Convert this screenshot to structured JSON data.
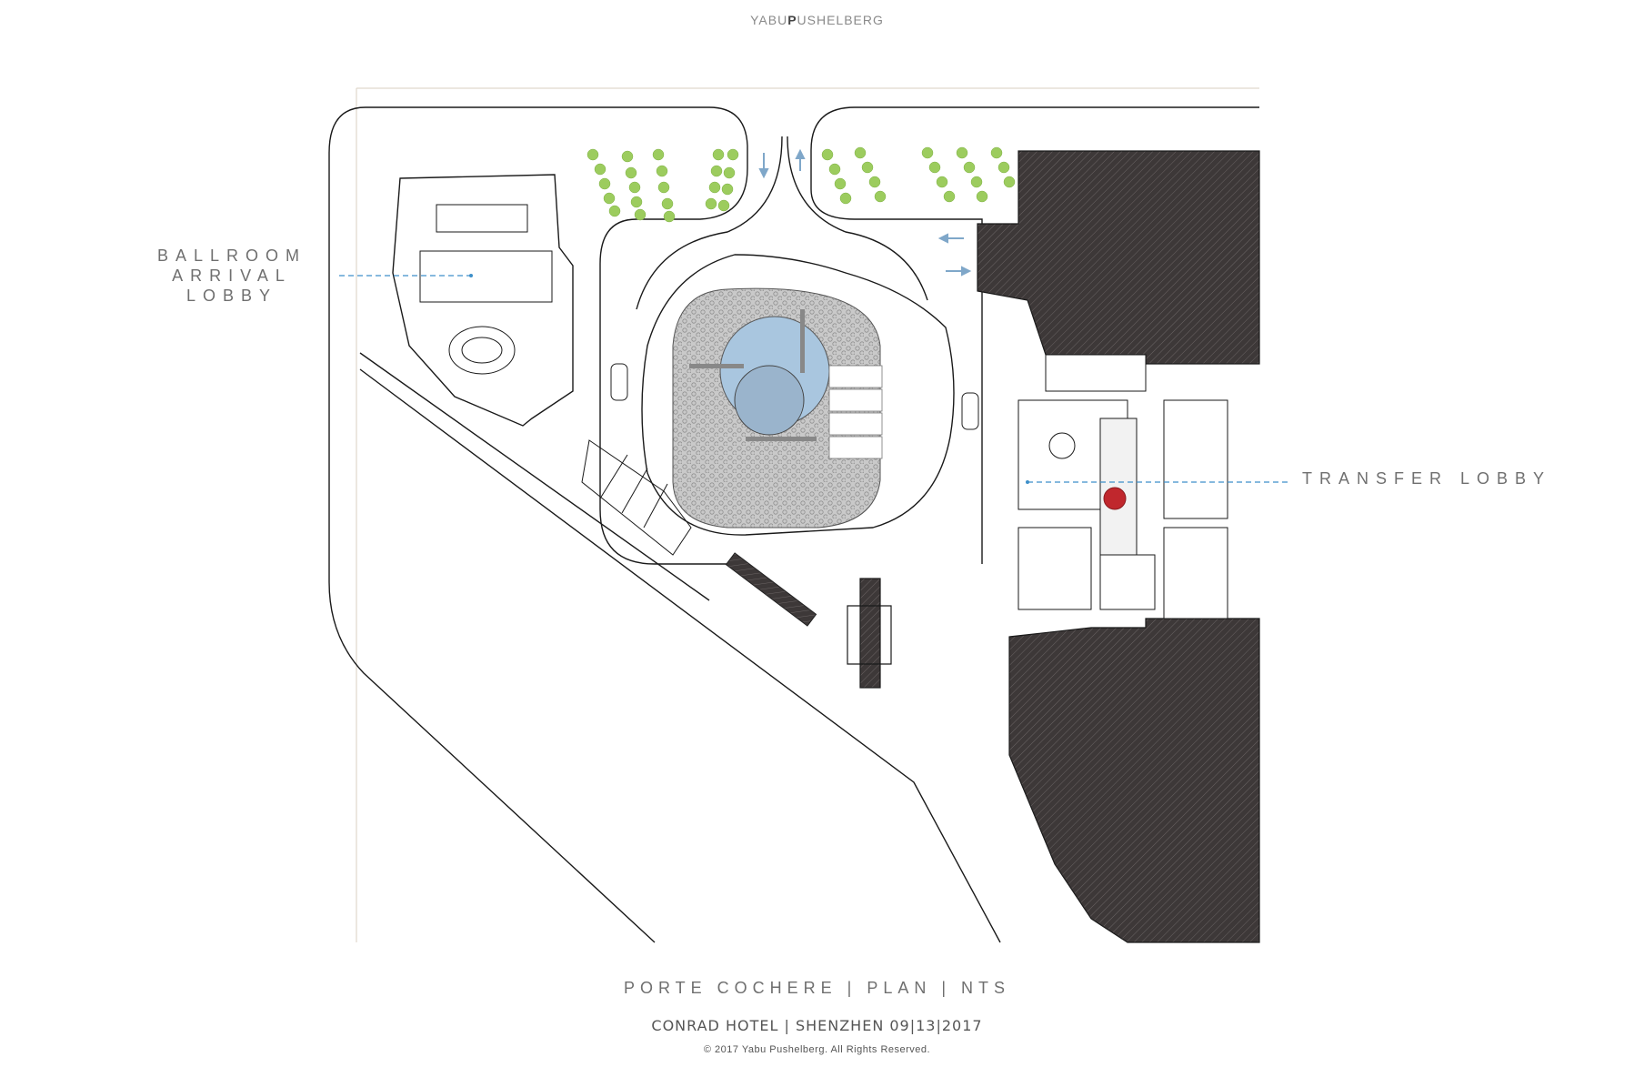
{
  "header": {
    "brand_a": "YABU",
    "brand_b": "P",
    "brand_c": "USHELBERG"
  },
  "callouts": {
    "ballroom_line1": "BALLROOM",
    "ballroom_line2": "ARRIVAL",
    "ballroom_line3": "LOBBY",
    "transfer": "TRANSFER LOBBY"
  },
  "footer": {
    "title": "PORTE COCHERE | PLAN | NTS",
    "subtitle": "CONRAD HOTEL | SHENZHEN 09|13|2017",
    "copyright": "© 2017 Yabu Pushelberg. All Rights Reserved."
  },
  "colors": {
    "building_fill": "#3d3838",
    "water": "#a9c6df",
    "trees": "#9ccc5e",
    "callout_line": "#3d8fc9",
    "line": "#1a1a1a"
  }
}
